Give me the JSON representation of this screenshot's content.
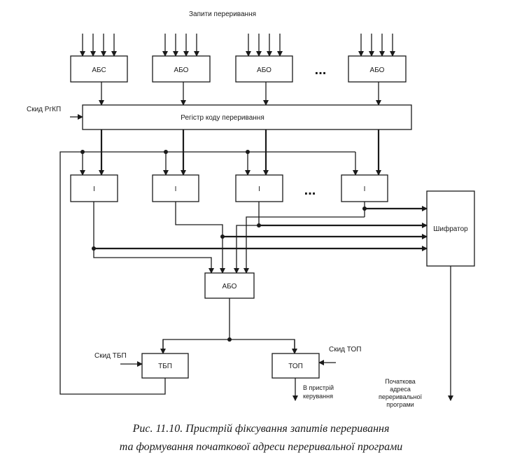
{
  "top_label": "Запити переривання",
  "or_gates_top": [
    "АБС",
    "АБО",
    "АБО",
    "АБО"
  ],
  "ellipsis": "...",
  "reset_rgkp": "Скид РгКП",
  "register_label": "Регістр коду переривання",
  "and_gates": [
    "I",
    "I",
    "I",
    "I"
  ],
  "encoder_label": "Шифратор",
  "or_gate_bottom": "АБО",
  "reset_tbp": "Скид ТБП",
  "tbp_label": "ТБП",
  "reset_top": "Скид ТОП",
  "top_trigger_label": "ТОП",
  "to_control_lines": [
    "В пристрій",
    "керування"
  ],
  "start_address_lines": [
    "Початкова",
    "адреса",
    "переривальної",
    "програми"
  ],
  "caption_lines": [
    "Рис. 11.10. Пристрій фіксування запитів переривання",
    "та формування початкової адреси переривальної програми"
  ]
}
